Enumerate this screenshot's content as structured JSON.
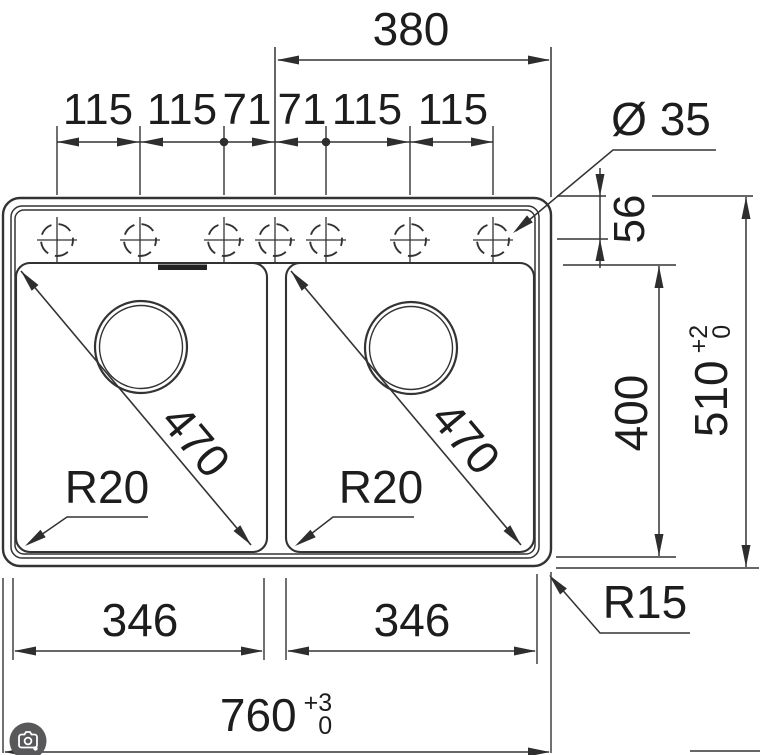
{
  "drawing": {
    "subject": "double-bowl-sink-top-view-dimension-drawing",
    "labels": {
      "top_width": "380",
      "spacings": [
        "115",
        "115",
        "71",
        "71",
        "115",
        "115"
      ],
      "hole_diameter": "Ø 35",
      "hole_center_offset": "56",
      "bowl_depth": "400",
      "overall_depth": {
        "value": "510",
        "tol_plus": "+2",
        "tol_minus": "0"
      },
      "bowl_diagonal_left": "470",
      "bowl_diagonal_right": "470",
      "bowl_corner_radius_left": "R20",
      "bowl_corner_radius_right": "R20",
      "outer_corner_radius": "R15",
      "bowl_width_left": "346",
      "bowl_width_right": "346",
      "overall_width": {
        "value": "760",
        "tol_plus": "+3",
        "tol_minus": "0"
      }
    },
    "icons": {
      "image_search": "camera-lens-icon"
    },
    "colors": {
      "line": "#333333",
      "text": "#1d1d1d",
      "lens_bg": "#58585b"
    }
  }
}
